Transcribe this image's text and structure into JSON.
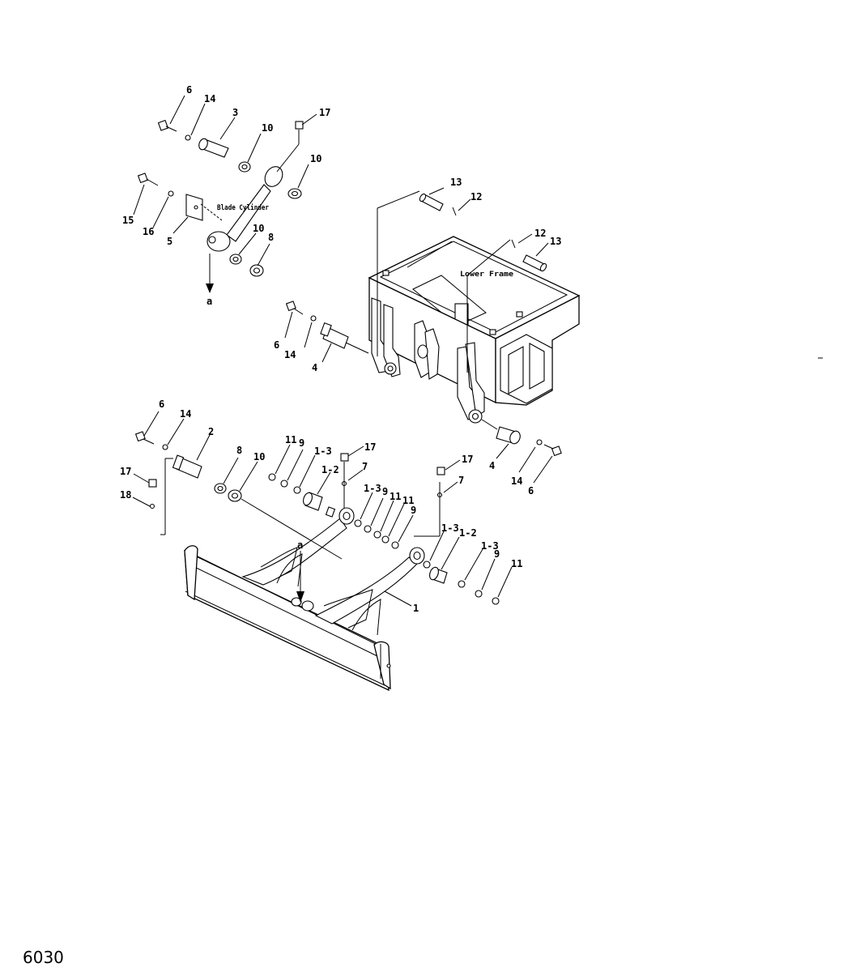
{
  "labels": {
    "l_6a": "6",
    "l_14a": "14",
    "l_3": "3",
    "l_10a": "10",
    "l_17a": "17",
    "l_10b": "10",
    "l_15": "15",
    "l_16": "16",
    "l_5": "5",
    "l_10c": "10",
    "l_8a": "8",
    "l_a1": "a",
    "l_13a": "13",
    "l_12a": "12",
    "l_12b": "12",
    "l_13b": "13",
    "l_6b": "6",
    "l_14b": "14",
    "l_4a": "4",
    "l_6c": "6",
    "l_14c": "14",
    "l_2": "2",
    "l_17b": "17",
    "l_18": "18",
    "l_8b": "8",
    "l_10d": "10",
    "l_11a": "11",
    "l_9a": "9",
    "l_13c": "1-3",
    "l_17c": "17",
    "l_12c": "1-2",
    "l_7a": "7",
    "l_13d": "1-3",
    "l_9b": "9",
    "l_11b": "11",
    "l_11c": "11",
    "l_9c": "9",
    "l_a2": "a",
    "l_17d": "17",
    "l_7b": "7",
    "l_13e": "1-3",
    "l_12d": "1-2",
    "l_13f": "1-3",
    "l_9d": "9",
    "l_11d": "11",
    "l_1": "1",
    "l_4b": "4",
    "l_14d": "14",
    "l_6d": "6"
  },
  "captions": {
    "blade_cylinder": "Blade Cylinder",
    "lower_frame": "Lower Frame"
  },
  "page_number": "6030"
}
